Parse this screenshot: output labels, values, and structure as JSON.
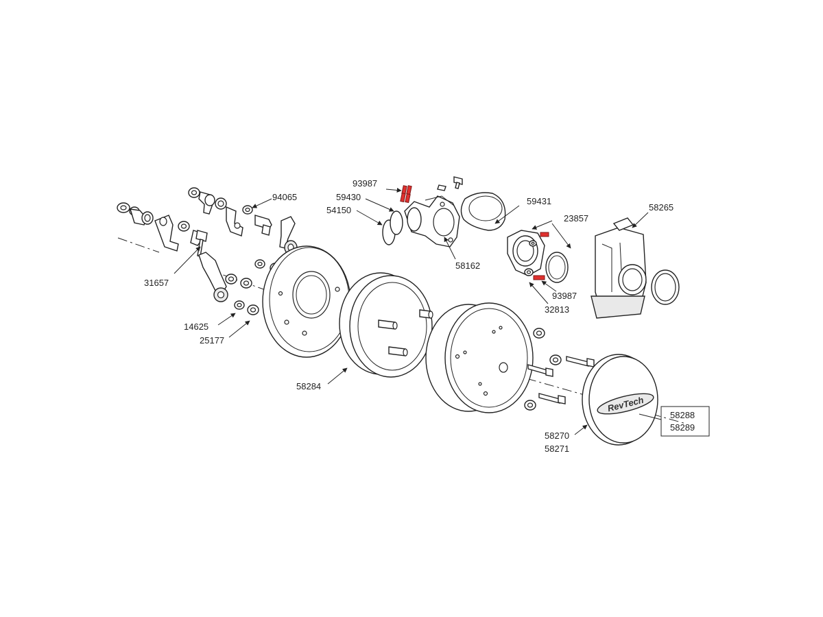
{
  "part_numbers": {
    "p93987_top": "93987",
    "p59430": "59430",
    "p54150": "54150",
    "p94065": "94065",
    "p59431": "59431",
    "p23857": "23857",
    "p58265": "58265",
    "p58162": "58162",
    "p31657": "31657",
    "p14625": "14625",
    "p25177": "25177",
    "p93987_right": "93987",
    "p32813": "32813",
    "p58284": "58284",
    "p58288": "58288",
    "p58289": "58289",
    "p58270": "58270",
    "p58271": "58271"
  },
  "brand_logo_text": "RevTech",
  "colors": {
    "highlight": "#e0302e",
    "line": "#222222"
  }
}
